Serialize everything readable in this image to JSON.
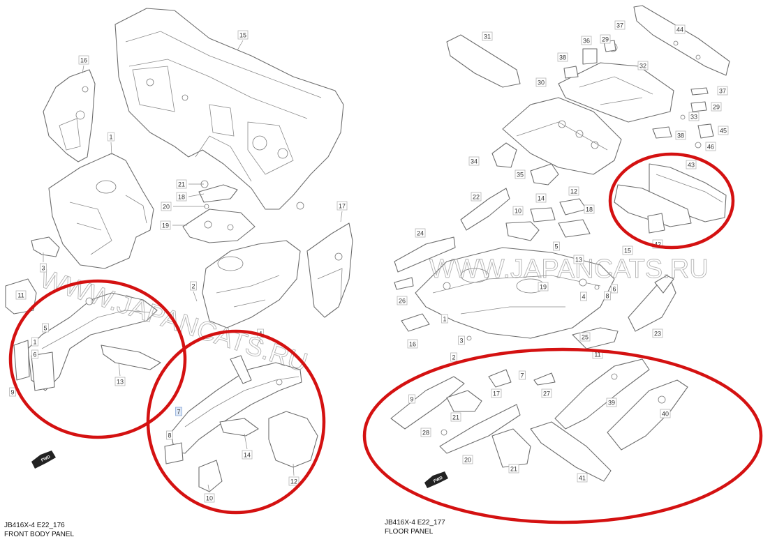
{
  "left_diagram": {
    "code": "JB416X-4 E22_176",
    "title": "FRONT BODY PANEL",
    "fwd_label": "FWD",
    "callouts": [
      "1",
      "2",
      "3",
      "4",
      "5",
      "6",
      "7",
      "8",
      "9",
      "10",
      "11",
      "12",
      "13",
      "14",
      "15",
      "16",
      "17",
      "18",
      "19",
      "20",
      "21"
    ]
  },
  "right_diagram": {
    "code": "JB416X-4 E22_177",
    "title": "FLOOR PANEL",
    "fwd_label": "FWD",
    "callouts": [
      "1",
      "2",
      "3",
      "4",
      "5",
      "6",
      "7",
      "8",
      "9",
      "10",
      "11",
      "12",
      "13",
      "14",
      "15",
      "16",
      "17",
      "18",
      "19",
      "20",
      "21",
      "22",
      "23",
      "24",
      "25",
      "26",
      "27",
      "28",
      "29",
      "30",
      "31",
      "32",
      "33",
      "34",
      "35",
      "36",
      "37",
      "38",
      "39",
      "40",
      "41",
      "42",
      "43",
      "44",
      "45",
      "46"
    ]
  },
  "watermark_left": "WWW.JAPANCATS.RU",
  "watermark_right": "WWW.JAPANCATS.RU",
  "highlight_color": "#d41111"
}
